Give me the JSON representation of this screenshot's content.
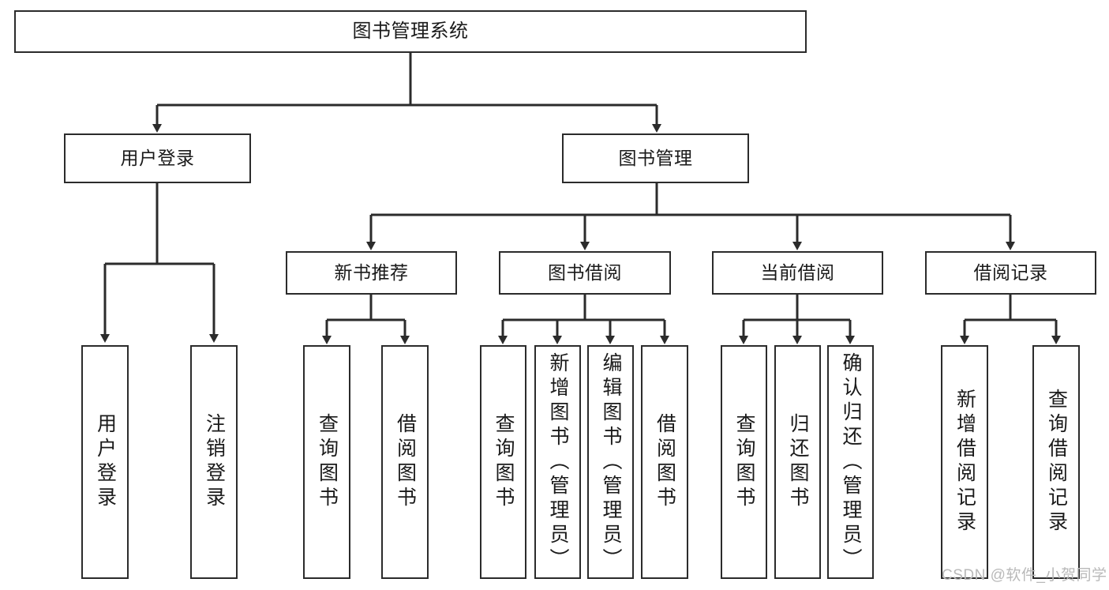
{
  "diagram": {
    "title": "图书管理系统",
    "type": "hierarchy-tree",
    "levels": 4,
    "root": {
      "id": "root",
      "label": "图书管理系统"
    },
    "level2": [
      {
        "id": "user-login",
        "label": "用户登录"
      },
      {
        "id": "book-management",
        "label": "图书管理"
      }
    ],
    "level3": [
      {
        "id": "new-book-recommend",
        "label": "新书推荐"
      },
      {
        "id": "book-borrow",
        "label": "图书借阅"
      },
      {
        "id": "current-borrow",
        "label": "当前借阅"
      },
      {
        "id": "borrow-record",
        "label": "借阅记录"
      }
    ],
    "leaves": {
      "user_login": [
        {
          "id": "leaf-user-login",
          "label": "用户登录"
        },
        {
          "id": "leaf-logout-login",
          "label": "注销登录"
        }
      ],
      "new_book_recommend": [
        {
          "id": "leaf-query-book-1",
          "label": "查询图书"
        },
        {
          "id": "leaf-borrow-book-1",
          "label": "借阅图书"
        }
      ],
      "book_borrow": [
        {
          "id": "leaf-query-book-2",
          "label": "查询图书"
        },
        {
          "id": "leaf-add-book",
          "label": "新增图书（管理员）"
        },
        {
          "id": "leaf-edit-book",
          "label": "编辑图书（管理员）"
        },
        {
          "id": "leaf-borrow-book-2",
          "label": "借阅图书"
        }
      ],
      "current_borrow": [
        {
          "id": "leaf-query-book-3",
          "label": "查询图书"
        },
        {
          "id": "leaf-return-book",
          "label": "归还图书"
        },
        {
          "id": "leaf-confirm-return",
          "label": "确认归还（管理员）"
        }
      ],
      "borrow_record": [
        {
          "id": "leaf-add-record",
          "label": "新增借阅记录"
        },
        {
          "id": "leaf-query-record",
          "label": "查询借阅记录"
        }
      ]
    }
  },
  "watermark": {
    "text": "CSDN @软件_小贺同学"
  },
  "colors": {
    "box_border": "#2b2b2b",
    "box_fill": "#ffffff",
    "connector": "#2b2b2b",
    "text": "#1a1a1a",
    "watermark": "#b9b9b9",
    "background": "#ffffff"
  }
}
